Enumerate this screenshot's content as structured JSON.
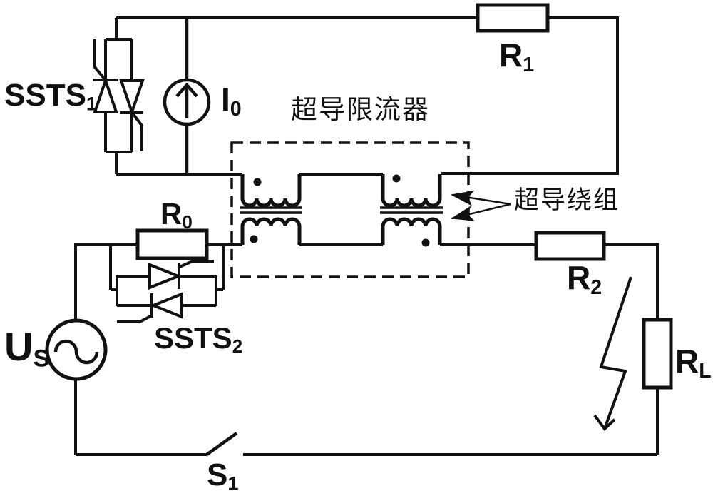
{
  "figure": {
    "type": "circuit-schematic",
    "background_color": "#ffffff",
    "stroke_color": "#111111"
  },
  "labels": {
    "ssts1": {
      "base": "SSTS",
      "sub": "1"
    },
    "i0": {
      "base": "I",
      "sub": "0"
    },
    "r1": {
      "base": "R",
      "sub": "1"
    },
    "sfcl": "超导限流器",
    "windings": "超导绕组",
    "r0": {
      "base": "R",
      "sub": "0"
    },
    "ssts2": {
      "base": "SSTS",
      "sub": "2"
    },
    "us": {
      "base": "U",
      "sub": "S"
    },
    "r2": {
      "base": "R",
      "sub": "2"
    },
    "rl": {
      "base": "R",
      "sub": "L"
    },
    "s1": {
      "base": "S",
      "sub": "1"
    }
  }
}
